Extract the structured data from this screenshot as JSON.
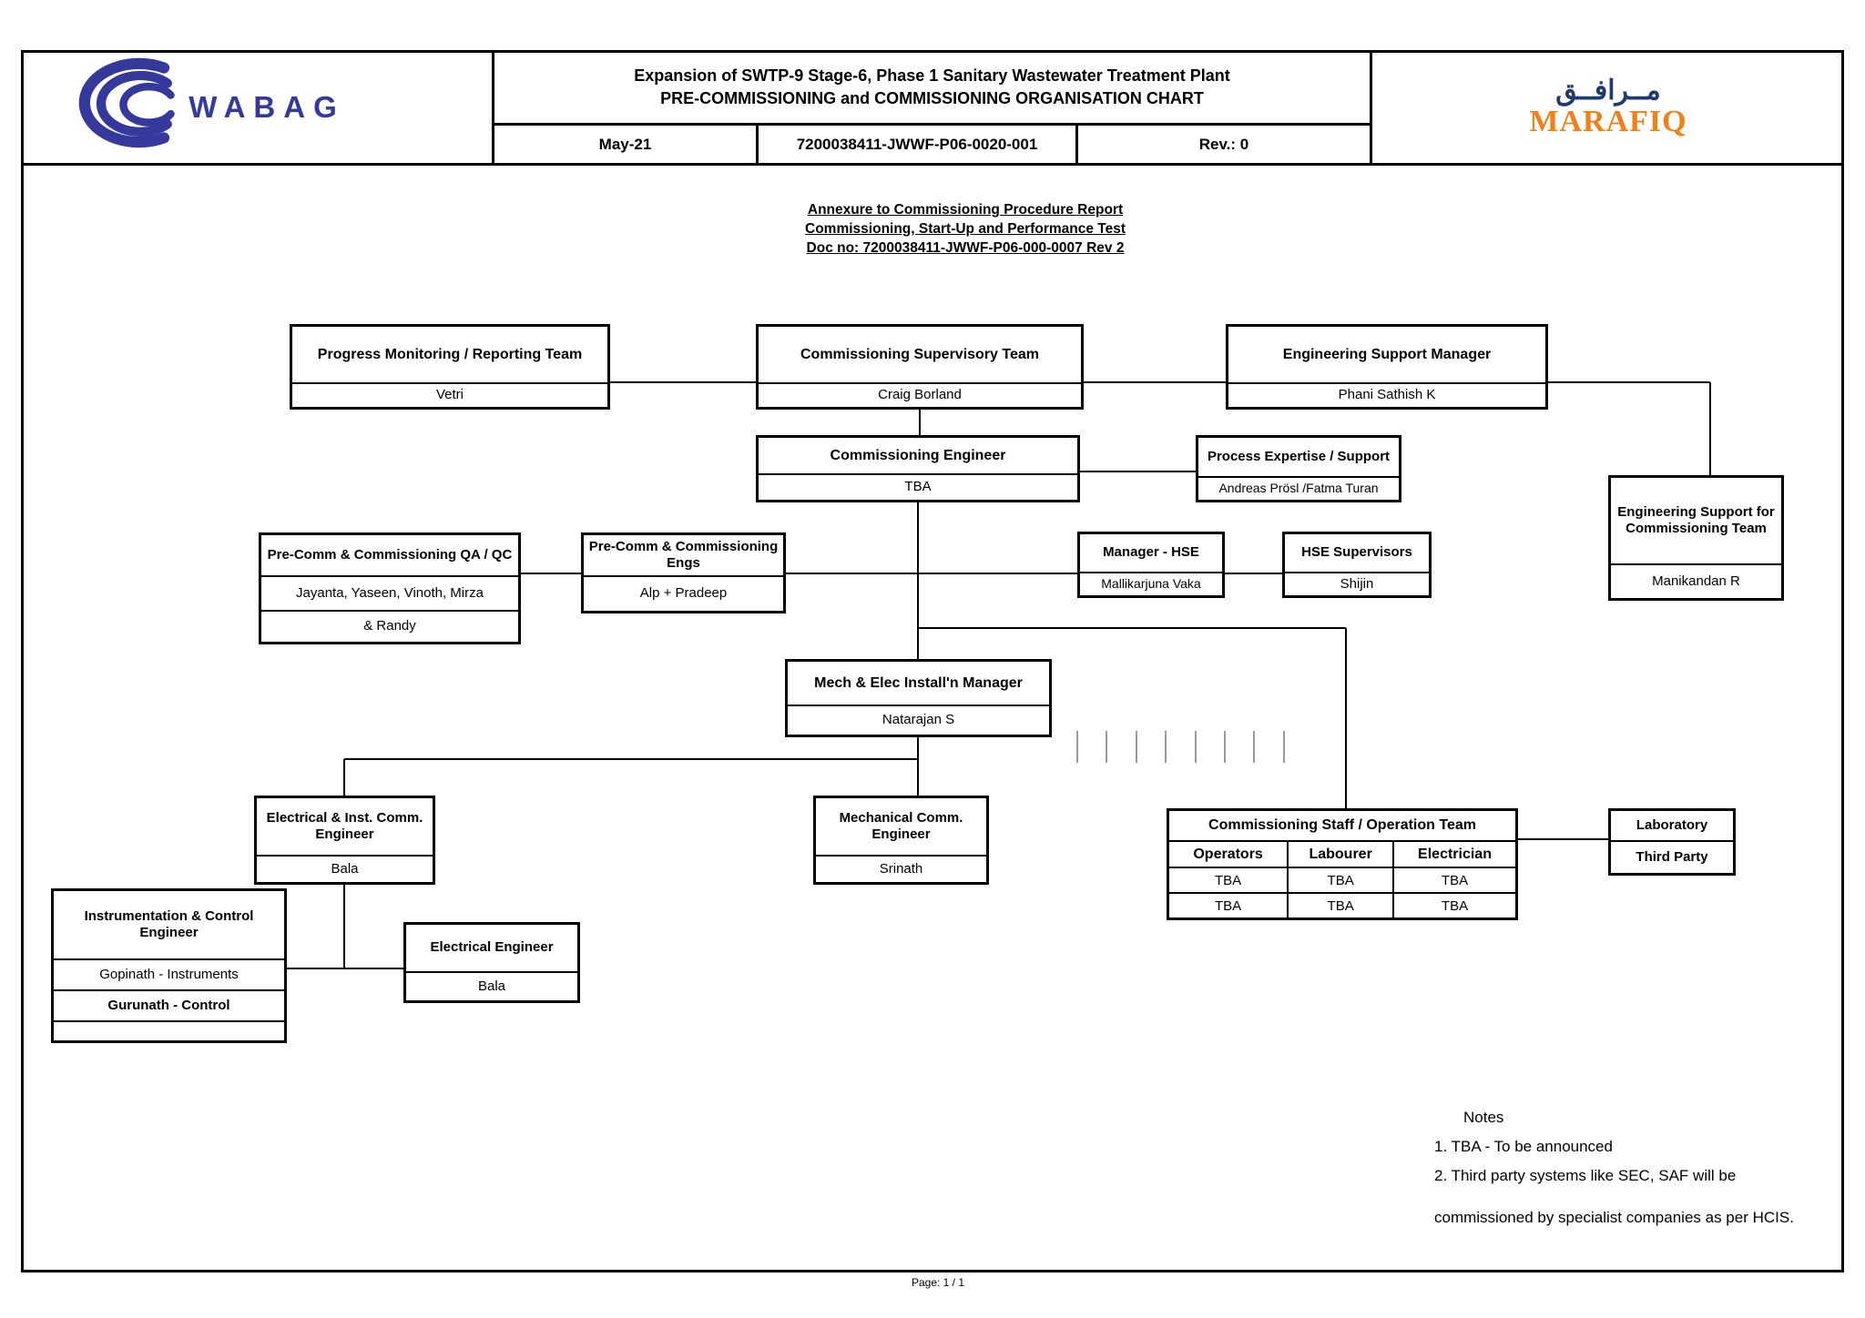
{
  "header": {
    "wabag_logo_text": "WABAG",
    "title_line1": "Expansion of SWTP-9 Stage-6, Phase 1 Sanitary Wastewater Treatment Plant",
    "title_line2": "PRE-COMMISSIONING and COMMISSIONING  ORGANISATION CHART",
    "date": "May-21",
    "doc_number": "7200038411-JWWF-P06-0020-001",
    "revision": "Rev.: 0",
    "marafiq_arabic": "مــرافــق",
    "marafiq_logo_text": "MARAFIQ",
    "colors": {
      "wabag_blue": "#35399b",
      "marafiq_navy": "#1e3a6e",
      "marafiq_orange": "#f08018"
    }
  },
  "annexure": {
    "line1": "Annexure to Commissioning Procedure Report",
    "line2": "Commissioning, Start-Up and Performance Test",
    "line3": "Doc no: 7200038411-JWWF-P06-000-0007  Rev 2"
  },
  "nodes": {
    "progress_monitoring": {
      "title": "Progress Monitoring / Reporting Team",
      "name": "Vetri"
    },
    "commissioning_supervisory": {
      "title": "Commissioning Supervisory Team",
      "name": "Craig Borland"
    },
    "engineering_support_manager": {
      "title": "Engineering Support Manager",
      "name": "Phani Sathish K"
    },
    "commissioning_engineer": {
      "title": "Commissioning Engineer",
      "name": "TBA"
    },
    "process_expertise": {
      "title": "Process Expertise / Support",
      "name": "Andreas Prösl /Fatma Turan"
    },
    "engineering_support_team": {
      "title": "Engineering Support for Commissioning Team",
      "name": "Manikandan R"
    },
    "precomm_qaqc": {
      "title": "Pre-Comm & Commissioning QA / QC",
      "name_line1": "Jayanta, Yaseen, Vinoth, Mirza",
      "name_line2": "& Randy"
    },
    "precomm_engs": {
      "title": "Pre-Comm & Commissioning Engs",
      "name": "Alp + Pradeep"
    },
    "manager_hse": {
      "title": "Manager - HSE",
      "name": "Mallikarjuna Vaka"
    },
    "hse_supervisors": {
      "title": "HSE Supervisors",
      "name": "Shijin"
    },
    "mech_elec_manager": {
      "title": "Mech & Elec Install'n Manager",
      "name": "Natarajan S"
    },
    "electrical_inst_engineer": {
      "title": "Electrical & Inst. Comm. Engineer",
      "name": "Bala"
    },
    "mechanical_comm_engineer": {
      "title": "Mechanical Comm. Engineer",
      "name": "Srinath"
    },
    "instrumentation_engineer": {
      "title": "Instrumentation & Control Engineer",
      "row1": "Gopinath - Instruments",
      "row2": "Gurunath - Control",
      "row3": ""
    },
    "electrical_engineer": {
      "title": "Electrical Engineer",
      "name": "Bala"
    },
    "laboratory": {
      "title": "Laboratory",
      "name": "Third Party"
    }
  },
  "staff_table": {
    "title": "Commissioning Staff / Operation Team",
    "columns": [
      "Operators",
      "Labourer",
      "Electrician"
    ],
    "rows": [
      [
        "TBA",
        "TBA",
        "TBA"
      ],
      [
        "TBA",
        "TBA",
        "TBA"
      ]
    ]
  },
  "notes": {
    "heading": "Notes",
    "items": [
      "1. TBA - To be announced",
      "2. Third party systems like SEC, SAF will be",
      "commissioned by specialist companies as per HCIS."
    ]
  },
  "footer": {
    "page": "Page: 1 / 1"
  }
}
